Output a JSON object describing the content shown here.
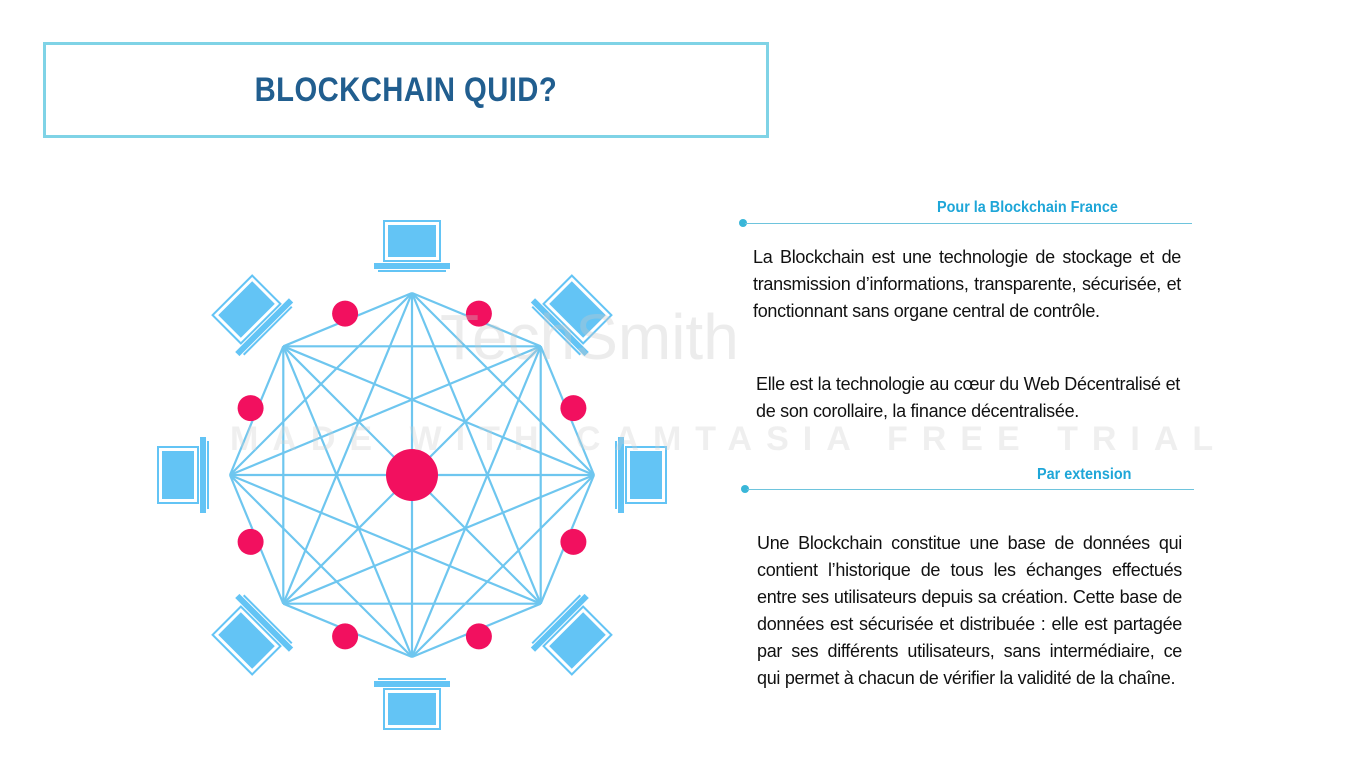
{
  "title": "BLOCKCHAIN QUID?",
  "section1": {
    "header": "Pour la Blockchain France",
    "paragraph1": "La Blockchain est une technologie de stockage et de transmission d’informations, transparente, sécurisée, et fonctionnant sans organe central de contrôle.",
    "paragraph2": "Elle est la technologie au cœur  du Web Décentralisé et de son corollaire, la finance décentralisée."
  },
  "section2": {
    "header": "Par extension",
    "paragraph": "Une Blockchain constitue une base de données qui contient l’historique de tous les échanges effectués entre ses utilisateurs depuis sa création. Cette base de données est sécurisée et distribuée : elle est partagée par ses différents utilisateurs, sans intermédiaire, ce qui permet à chacun de vérifier la validité de la chaîne."
  },
  "watermark": {
    "brand": "TechSmith",
    "trial": "MADE WITH CAMTASIA FREE TRIAL"
  },
  "colors": {
    "title": "#215e8f",
    "accent": "#1ea6d8",
    "network_lines": "#6ec6ef",
    "nodes": "#f2105f",
    "laptops": "#63c4f5"
  },
  "icons": [
    "laptop-icon",
    "network-node-icon"
  ]
}
